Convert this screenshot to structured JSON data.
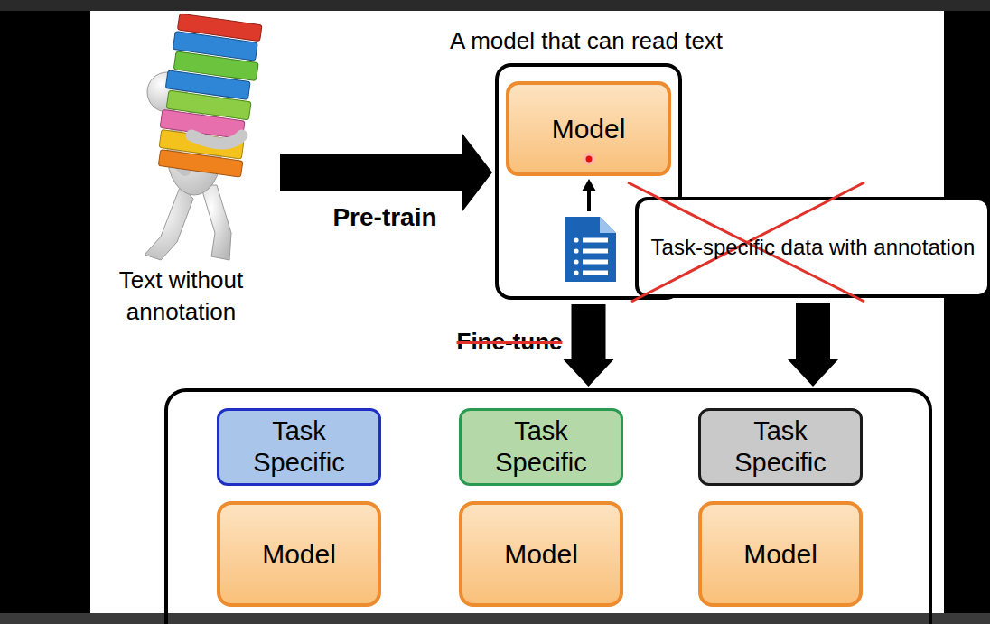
{
  "diagram": {
    "nodes": [
      {
        "text": [
          "A model that can read text"
        ]
      },
      {
        "text": [
          "Model"
        ],
        "in": 0
      },
      {
        "text": [
          "Task-specific data with annotation"
        ]
      },
      {
        "text": []
      },
      {
        "text": [
          "Task Specific"
        ],
        "in": 3
      },
      {
        "text": [
          "Task Specific"
        ],
        "in": 3
      },
      {
        "text": [
          "Task Specific"
        ],
        "in": 3
      },
      {
        "text": [
          "Model"
        ],
        "in": 3
      },
      {
        "text": [
          "Model"
        ],
        "in": 3
      },
      {
        "text": [
          "Model"
        ],
        "in": 3
      }
    ],
    "edges": [
      {
        "from": 0,
        "to": 3,
        "arrow": "to",
        "label": "Fine-tune"
      },
      {
        "from": 2,
        "to": 3,
        "arrow": "to"
      }
    ],
    "labels": [
      "Text without annotation",
      "Pre-train"
    ]
  }
}
